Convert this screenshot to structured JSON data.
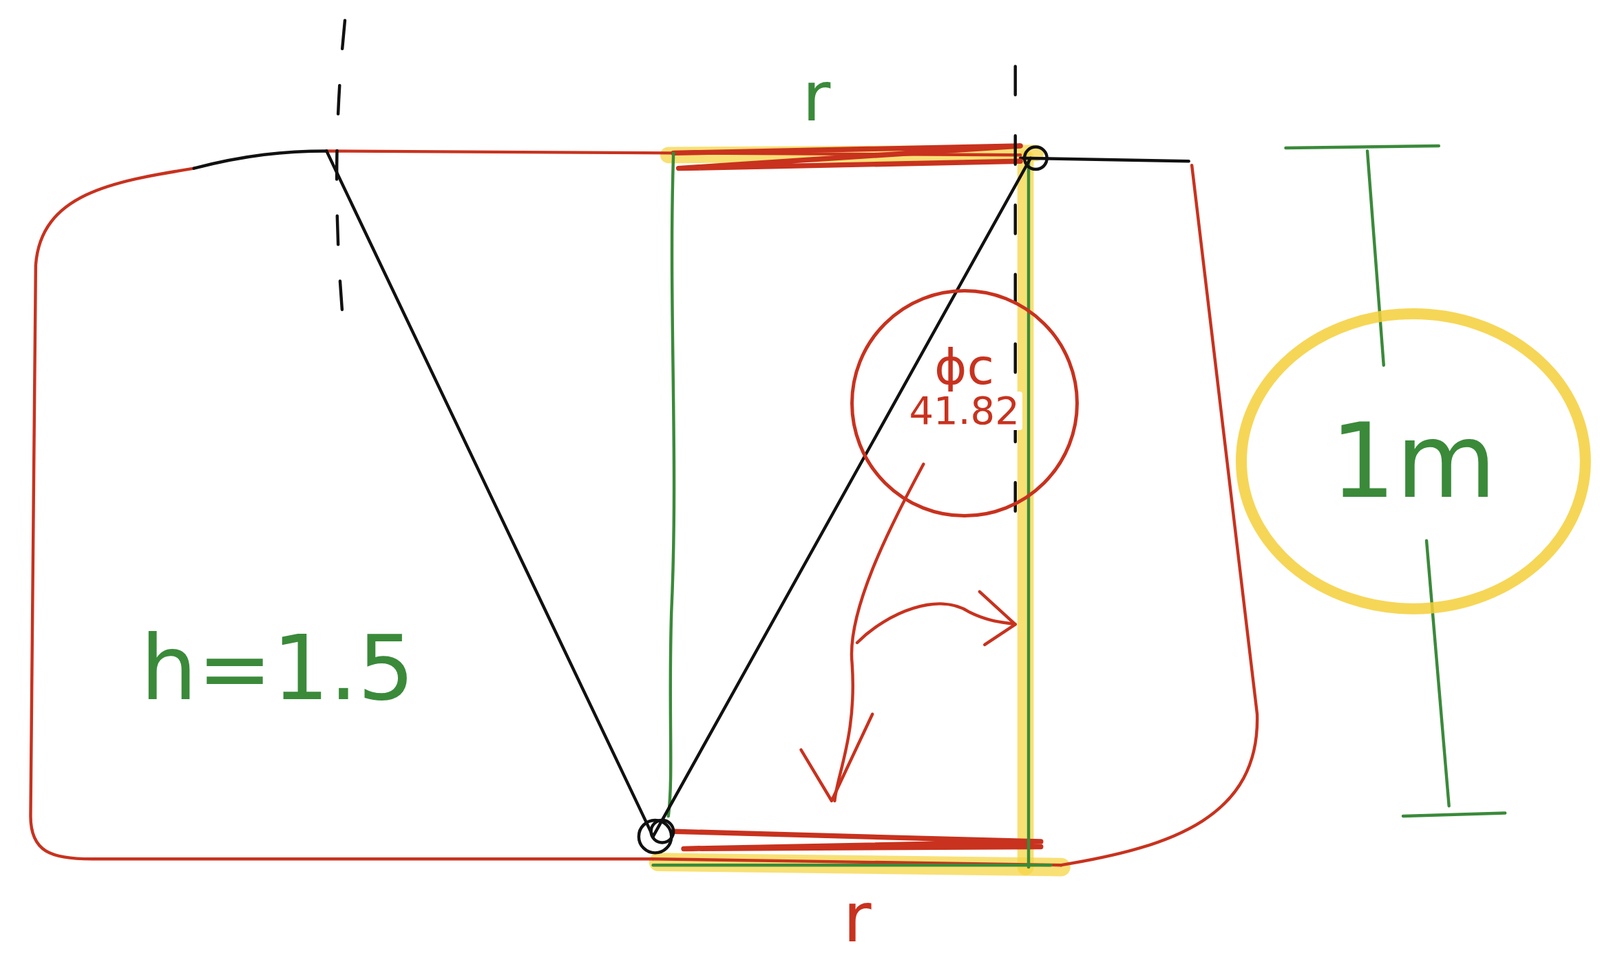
{
  "diagram": {
    "nodes": [
      {
        "text": [
          "ϕc",
          "41.82"
        ]
      },
      {
        "text": [
          "1m"
        ]
      }
    ],
    "labels": [
      "r",
      "r",
      "h=1.5"
    ]
  }
}
